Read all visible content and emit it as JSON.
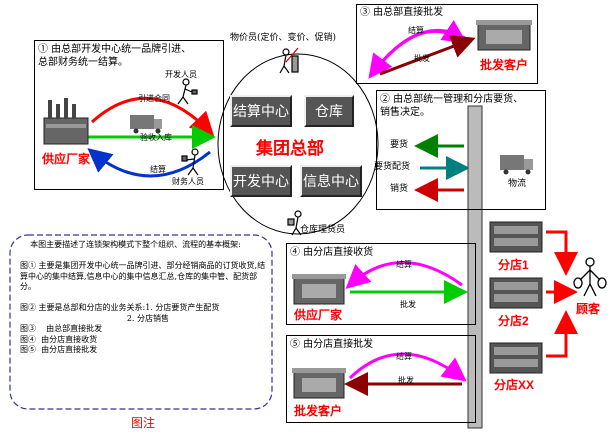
{
  "colors": {
    "red": "#ff0000",
    "green": "#00cc00",
    "blue": "#0033cc",
    "magenta": "#ff00ff",
    "maroon": "#8b0000",
    "teal": "#008080",
    "darkgreen": "#008000",
    "arrow_red": "#cc0000"
  },
  "panel1": {
    "caption": "① 由总部开发中心统一品牌引进、\n总部财务统一结算。",
    "dev_staff": "开发人员",
    "intro_contract": "引进合同",
    "receive_store": "验收入库",
    "settle": "结算",
    "finance_staff": "财务人员",
    "supplier": "供应厂家"
  },
  "center": {
    "title": "集团总部",
    "quads": [
      "结算中心",
      "仓库",
      "开发中心",
      "信息中心"
    ],
    "goods_staff": "物价员(定价、变价、促销)",
    "warehouse_staff": "仓库理货员"
  },
  "panel3": {
    "caption": "③ 由总部直接批发",
    "settle": "结算",
    "wholesale": "批发",
    "customer": "批发客户"
  },
  "panel2": {
    "caption": "② 由总部统一管理和分店要货、\n销售决定。",
    "request": "要货",
    "distribute": "要货配货",
    "sell": "销货",
    "logistics": "物流"
  },
  "panel4": {
    "caption": "④ 由分店直接收货",
    "settle": "结算",
    "wholesale": "批发",
    "supplier": "供应厂家"
  },
  "panel5": {
    "caption": "⑤ 由分店直接批发",
    "settle": "结算",
    "wholesale": "批发",
    "customer": "批发客户"
  },
  "stores": [
    "分店1",
    "分店2",
    "分店XX"
  ],
  "customer": "顾客",
  "notes": {
    "label": "图注",
    "text": "    本图主要描述了连锁架构模式下整个组织、流程的基本概架:\n\n图① 主要是集团开发中心统一品牌引进、部分经销商品的订货收货,结算中心的集中结算,信息中心的集中信息汇总,仓库的集中管、配货部分。\n\n图② 主要是总部和分店的业务关系:1. 分店要货产生配货\n                                          2. 分店销售\n图③    由总部直接批发\n图④  由分店直接收货\n图⑤  由分店直接批发"
  }
}
